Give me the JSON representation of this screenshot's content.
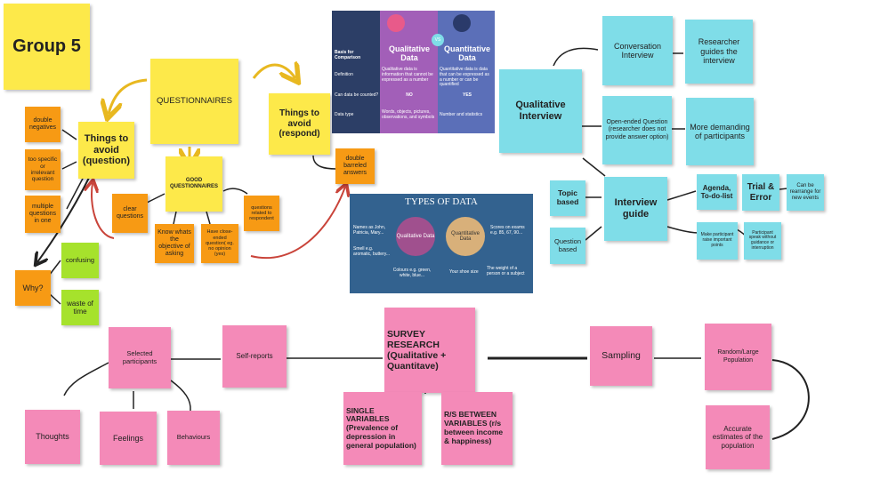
{
  "notes": {
    "group": "Group 5",
    "questionnaires": "QUESTIONNAIRES",
    "avoid_question": "Things to avoid (question)",
    "double_negatives": "double negatives",
    "too_specific": "too specific or irrelevant question",
    "multiple_questions": "multiple questions in one",
    "good_questionnaires": "GOOD QUESTIONNAIRES",
    "clear_questions": "clear questions",
    "know_objective": "Know whats the objective of asking",
    "close_ended": "Have close-ended question( eg. no opinion (yes)",
    "questions_related": "questions related to respondent",
    "avoid_respond": "Things to avoid (respond)",
    "double_barreled": "double barreled answers",
    "why": "Why?",
    "confusing": "confusing",
    "waste_of_time": "waste of time",
    "qualitative_interview": "Qualitative Interview",
    "conversation_interview": "Conversation Interview",
    "researcher_guides": "Researcher guides the interview",
    "open_ended": "Open-ended Question (researcher does not provide answer option)",
    "more_demanding": "More demanding of participants",
    "interview_guide": "Interview guide",
    "topic_based": "Topic based",
    "question_based": "Question based",
    "agenda": "Agenda, To-do-list",
    "trial_error": "Trial & Error",
    "rearrange": "Can be rearrange for new events",
    "make_participant": "Make participant raise important points",
    "participant_speak": "Participant speak without guidance or interruption",
    "survey_research": "SURVEY RESEARCH (Qualitative + Quantitave)",
    "single_variables": "SINGLE VARIABLES (Prevalence of depression in general population)",
    "rs_between": "R/S BETWEEN VARIABLES (r/s between income & happiness)",
    "self_reports": "Self-reports",
    "selected_participants": "Selected participants",
    "thoughts": "Thoughts",
    "feelings": "Feelings",
    "behaviours": "Behaviours",
    "sampling": "Sampling",
    "random_large": "Random/Large Population",
    "accurate": "Accurate estimates of the population"
  },
  "comparison_table": {
    "qualitative": "Qualitative Data",
    "vs": "VS",
    "quantitative": "Quantitative Data",
    "basis": "Basis for Comparison",
    "definition": "Definition",
    "qual_definition": "Qualitative data is information that cannot be expressed as a number",
    "quant_definition": "Quantitative data is data that can be expressed as a number or can be quantified",
    "counted": "Can data be counted?",
    "no": "NO",
    "yes": "YES",
    "data_type": "Data type",
    "qual_type": "Words, objects, pictures, observations, and symbols",
    "quant_type": "Number and statistics"
  },
  "types_of_data": {
    "title": "TYPES OF DATA",
    "qualitative": "Qualitative Data",
    "quantitative": "Quantitative Data",
    "names": "Names as John, Patricia, Mary...",
    "smell": "Smell e.g. aromatic, buttery...",
    "colours": "Colours e.g. green, white, blue...",
    "scores": "Scores on exams e.g. 85, 67, 90...",
    "shoe_size": "Your shoe size",
    "weight": "The weight of a person or a subject"
  },
  "colors": {
    "yellow": "#fde94a",
    "orange": "#f79a14",
    "lime": "#a6e22c",
    "cyan": "#7fdde8",
    "pink": "#f48ab8",
    "table_navy": "#2c3e66",
    "table_purple": "#a25fb8",
    "table_blue": "#5b6fb8",
    "types_bg": "#33628f"
  }
}
